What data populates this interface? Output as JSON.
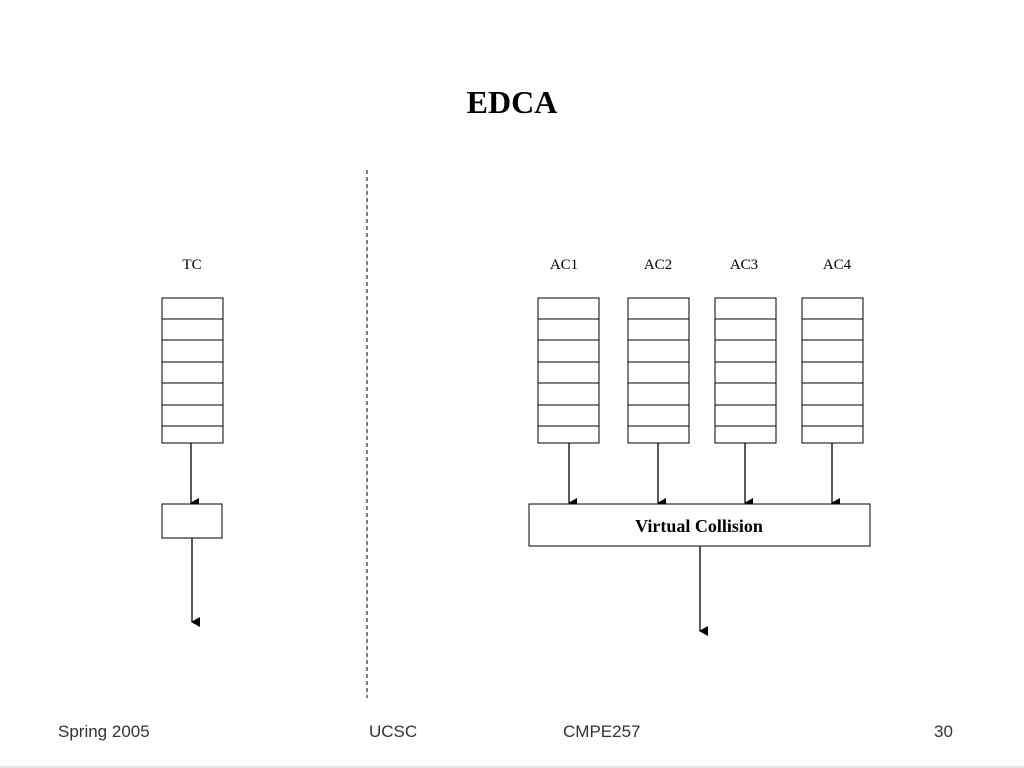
{
  "slide": {
    "title": "EDCA"
  },
  "left": {
    "queue_label": "TC"
  },
  "right": {
    "queue_labels": [
      "AC1",
      "AC2",
      "AC3",
      "AC4"
    ],
    "merge_box_label": "Virtual Collision"
  },
  "footer": {
    "left": "Spring 2005",
    "center_left": "UCSC",
    "center_right": "CMPE257",
    "page_number": "30"
  },
  "colors": {
    "stroke": "#000000",
    "divider": "#555555",
    "footer_text": "#333333"
  }
}
